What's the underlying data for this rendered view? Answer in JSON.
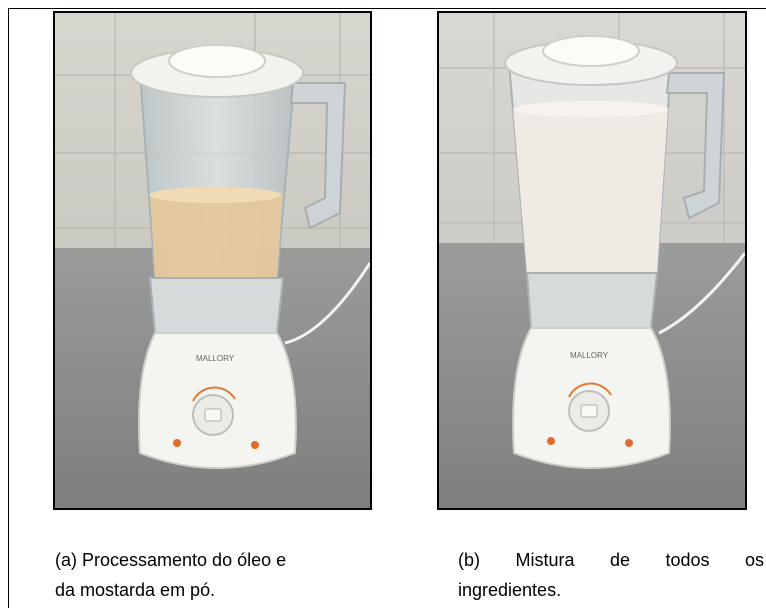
{
  "figure": {
    "panel_a": {
      "caption_line1": "(a) Processamento do óleo e",
      "caption_line2": "da mostarda em pó.",
      "blender_brand": "MALLORY",
      "contents_color": "#e6c79a"
    },
    "panel_b": {
      "caption_words_line1": [
        "(b)",
        "Mistura",
        "de",
        "todos",
        "os"
      ],
      "caption_line2": "ingredientes.",
      "blender_brand": "MALLORY",
      "contents_color": "#efeae3"
    }
  }
}
